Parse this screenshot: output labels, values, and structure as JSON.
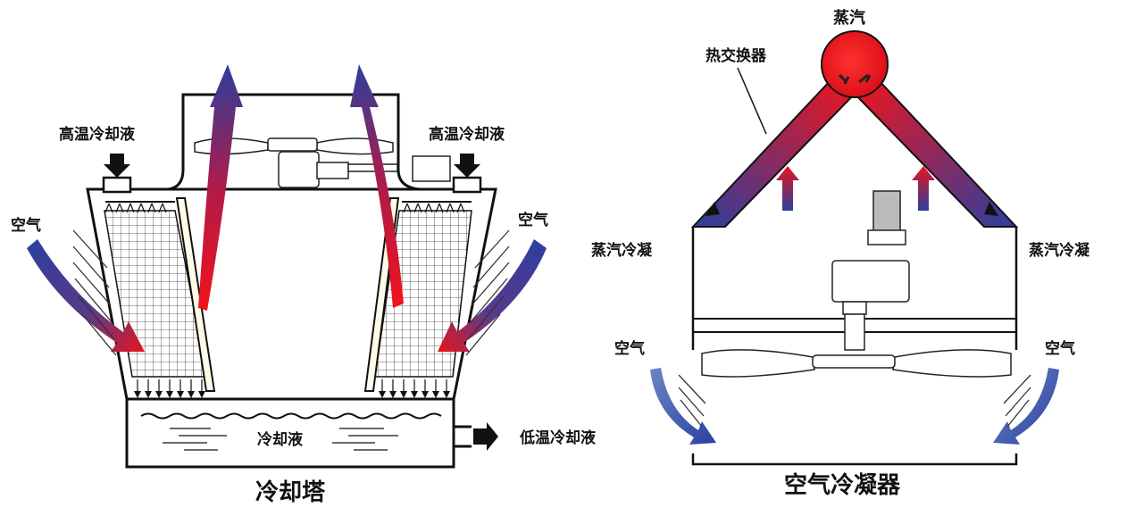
{
  "cooling_tower": {
    "title": "冷却塔",
    "hot_coolant_left": "高温冷却液",
    "hot_coolant_right": "高温冷却液",
    "air_left": "空气",
    "air_right": "空气",
    "coolant": "冷却液",
    "cold_coolant": "低温冷却液"
  },
  "air_condenser": {
    "title": "空气冷凝器",
    "steam": "蒸汽",
    "heat_exchanger": "热交换器",
    "steam_condense_left": "蒸汽冷凝",
    "steam_condense_right": "蒸汽冷凝",
    "air_left": "空气",
    "air_right": "空气"
  },
  "colors": {
    "hot": "#e8141c",
    "cold": "#2b3f9e",
    "outline": "#111111"
  }
}
